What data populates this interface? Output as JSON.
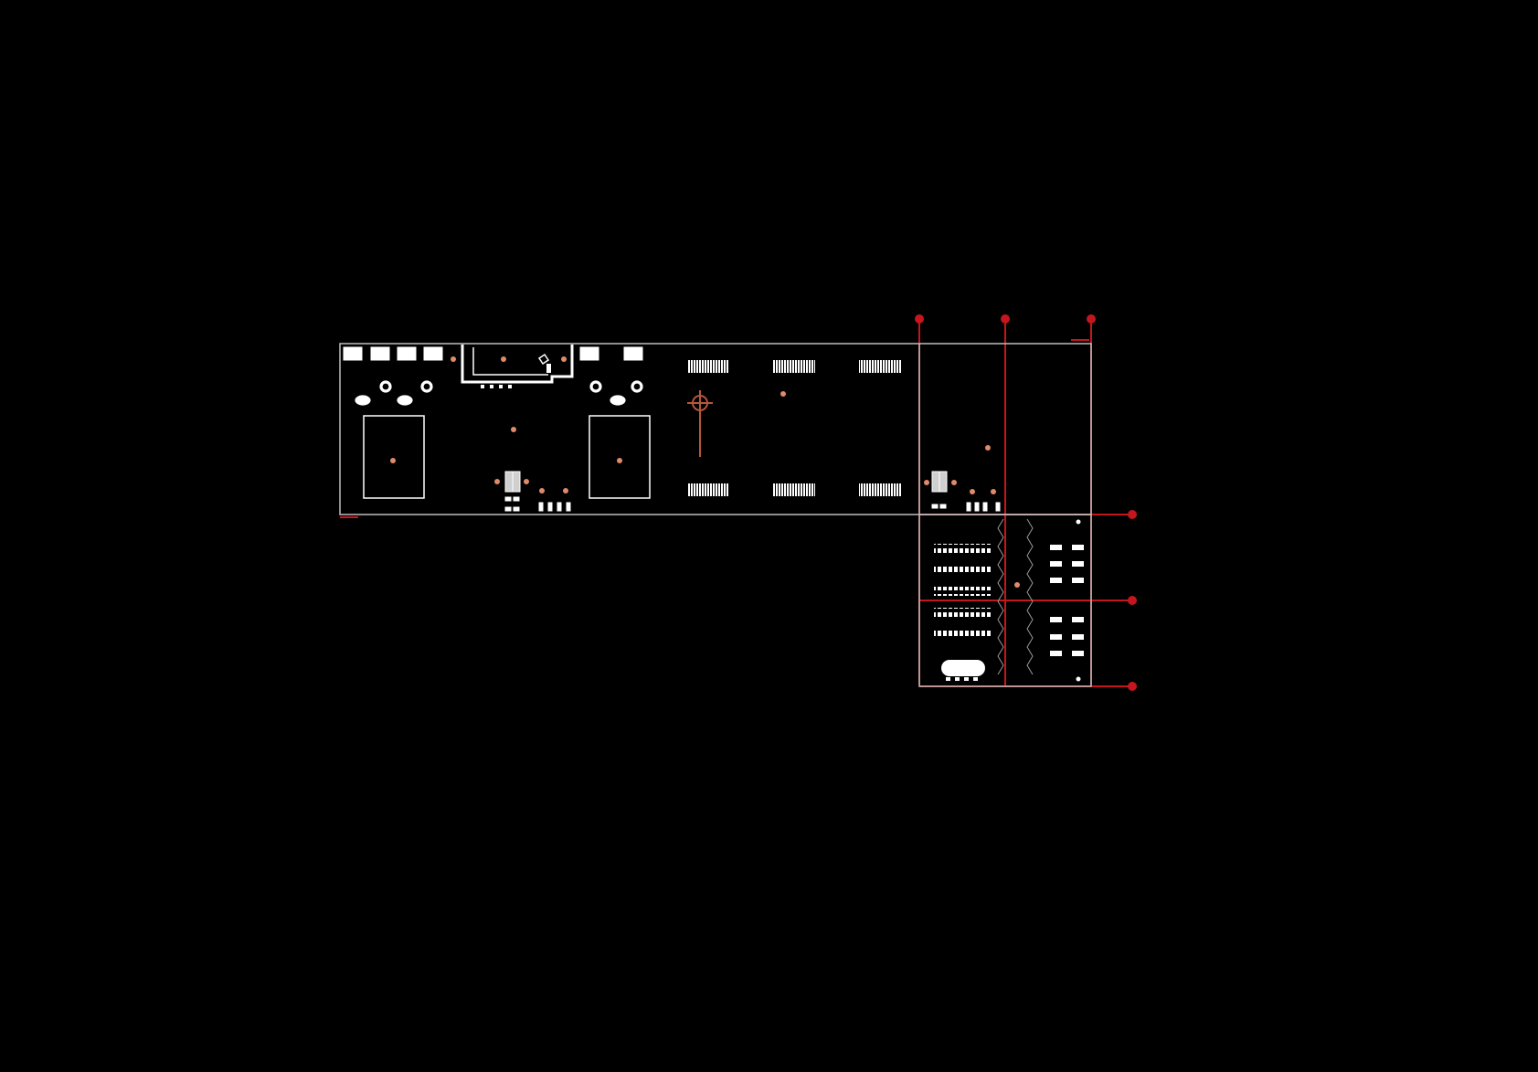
{
  "drawing": {
    "type": "architectural floor plan",
    "background_color": "#000000",
    "wall_color": "#bdbdbd",
    "furniture_color": "#ffffff",
    "grid_color": "#c4161c",
    "plant_color": "#e08a6a",
    "text_labels": []
  },
  "grid": {
    "vertical_axes": 3,
    "horizontal_axes": 3
  },
  "rooms": [
    {
      "kind": "lounge",
      "seating_modules": 8,
      "round_tables": 8,
      "rugs": 2
    },
    {
      "kind": "hall",
      "benches": 6
    },
    {
      "kind": "classroom",
      "desk_rows": 5
    },
    {
      "kind": "office",
      "desks": 12
    }
  ]
}
